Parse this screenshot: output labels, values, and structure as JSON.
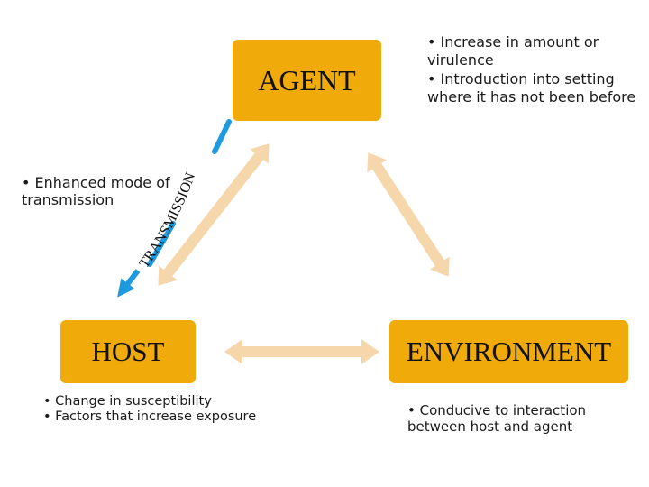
{
  "nodes": {
    "agent": "AGENT",
    "host": "HOST",
    "environment": "ENVIRONMENT"
  },
  "notes": {
    "agent": [
      "• Increase in amount or virulence",
      "• Introduction into setting where it has not been before"
    ],
    "transmission": [
      "• Enhanced mode of transmission"
    ],
    "host": [
      "• Change in susceptibility",
      "• Factors that increase exposure"
    ],
    "environment": [
      "• Conducive to interaction between host and agent"
    ]
  },
  "curved_label": "TRANSMISSION",
  "colors": {
    "box": "#f0aa0a",
    "double_arrow": "#f5d7ab",
    "transmission_arrow": "#1e9be0"
  }
}
